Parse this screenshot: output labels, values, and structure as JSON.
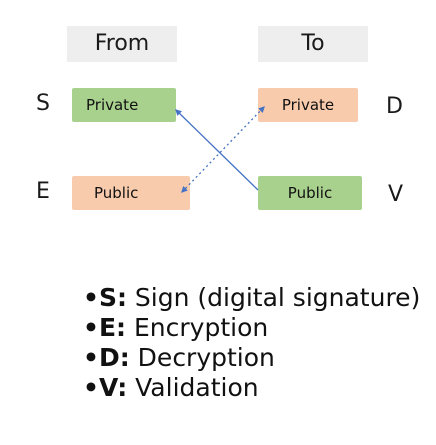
{
  "headers": {
    "from": "From",
    "to": "To"
  },
  "left": {
    "top_letter": "S",
    "top_box": "Private",
    "bottom_letter": "E",
    "bottom_box": "Public"
  },
  "right": {
    "top_letter": "D",
    "top_box": "Private",
    "bottom_letter": "V",
    "bottom_box": "Public"
  },
  "legend": [
    {
      "key": "•S:",
      "desc": " Sign (digital signature)"
    },
    {
      "key": "•E:",
      "desc": " Encryption"
    },
    {
      "key": "•D:",
      "desc": " Decryption"
    },
    {
      "key": "•V:",
      "desc": " Validation"
    }
  ],
  "colors": {
    "green": "#a9d18e",
    "orange": "#f8cbad",
    "header_bg": "#eeeeee",
    "arrow": "#4472c4"
  }
}
